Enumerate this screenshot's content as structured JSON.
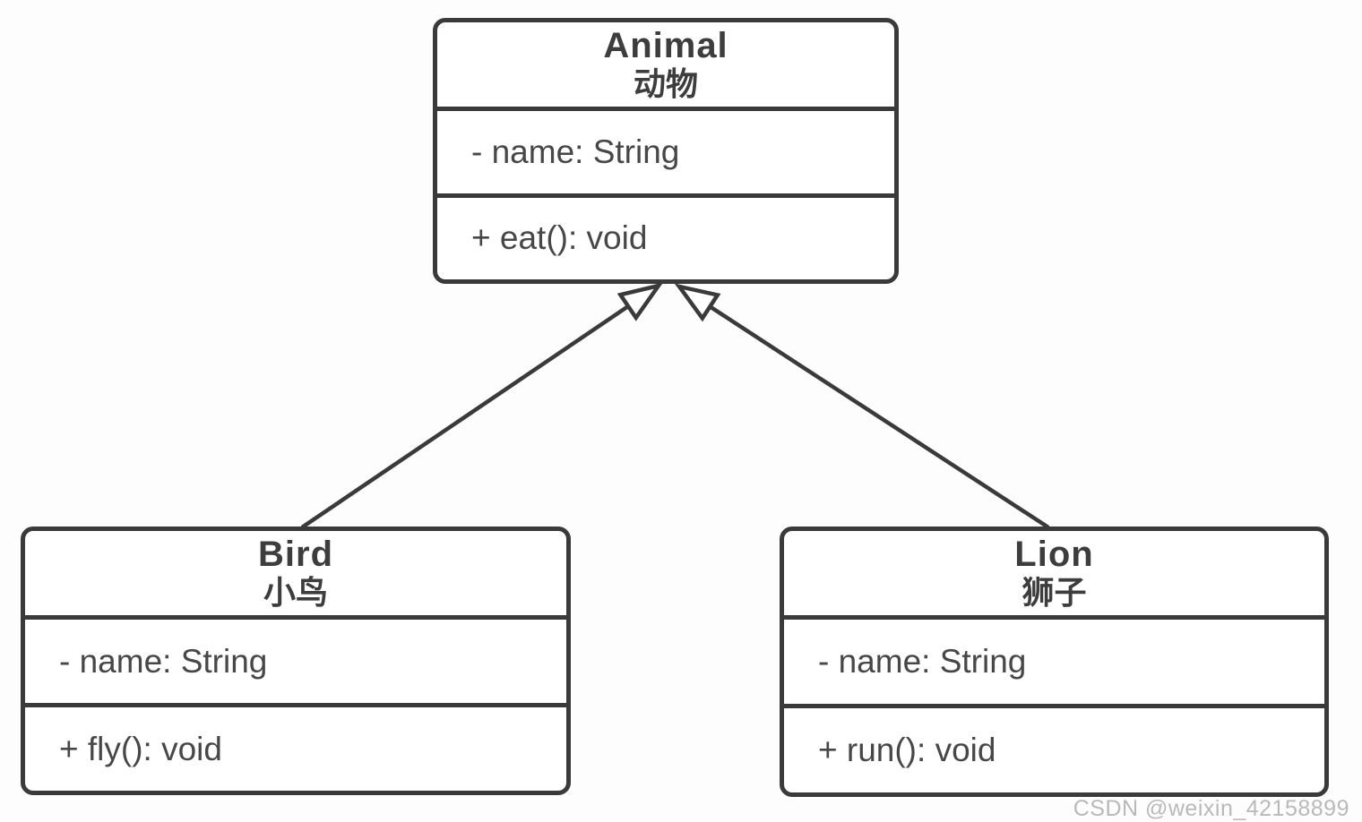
{
  "diagram": {
    "type": "uml-class-diagram",
    "classes": [
      {
        "id": "animal",
        "name": "Animal",
        "name_cn": "动物",
        "attributes": [
          "- name: String"
        ],
        "methods": [
          "+ eat(): void"
        ]
      },
      {
        "id": "bird",
        "name": "Bird",
        "name_cn": "小鸟",
        "attributes": [
          "- name: String"
        ],
        "methods": [
          "+ fly(): void"
        ]
      },
      {
        "id": "lion",
        "name": "Lion",
        "name_cn": "狮子",
        "attributes": [
          "- name: String"
        ],
        "methods": [
          "+ run(): void"
        ]
      }
    ],
    "relationships": [
      {
        "from": "Bird",
        "to": "Animal",
        "type": "generalization"
      },
      {
        "from": "Lion",
        "to": "Animal",
        "type": "generalization"
      }
    ],
    "colors": {
      "line": "#3a3a3a",
      "text": "#3d3d3d",
      "box_fill": "#ffffff",
      "background": "#fdfdfd",
      "watermark": "#b9b9b9"
    }
  },
  "watermark": "CSDN @weixin_42158899"
}
